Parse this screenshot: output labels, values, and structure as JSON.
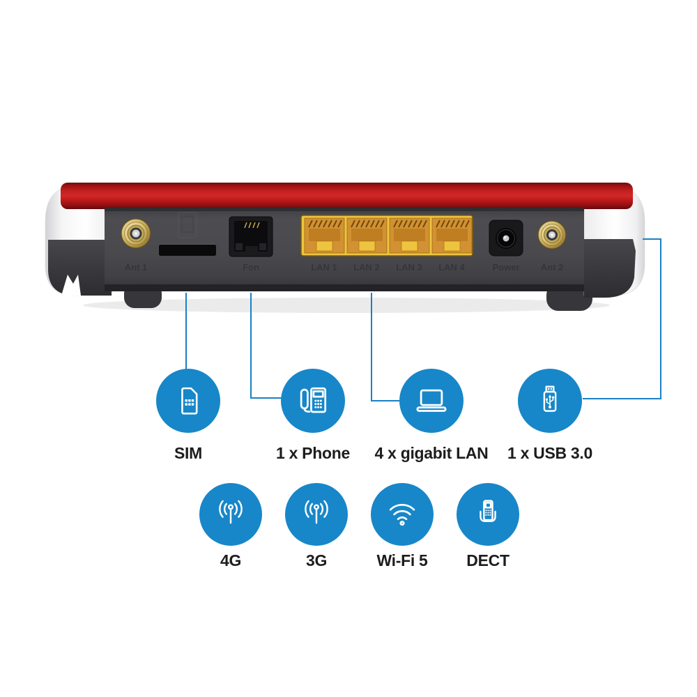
{
  "device": {
    "kind": "router-rear-panel",
    "port_labels": {
      "ant1": "Ant 1",
      "fon": "Fon",
      "lan1": "LAN 1",
      "lan2": "LAN 2",
      "lan3": "LAN 3",
      "lan4": "LAN 4",
      "power": "Power",
      "ant2": "Ant 2"
    }
  },
  "features": {
    "row1": [
      {
        "label": "SIM",
        "icon": "sim-card-icon"
      },
      {
        "label": "1 x Phone",
        "icon": "desk-phone-icon"
      },
      {
        "label": "4 x gigabit LAN",
        "icon": "laptop-icon"
      },
      {
        "label": "1 x USB 3.0",
        "icon": "usb-stick-icon"
      }
    ],
    "row2": [
      {
        "label": "4G",
        "icon": "cellular-antenna-icon"
      },
      {
        "label": "3G",
        "icon": "cellular-antenna-icon"
      },
      {
        "label": "Wi-Fi 5",
        "icon": "wifi-icon"
      },
      {
        "label": "DECT",
        "icon": "dect-handset-icon"
      }
    ]
  },
  "colors": {
    "accent_blue": "#1787c9",
    "callout_blue": "#1a80c4",
    "label_text": "#1d1d1f",
    "router_red": "#c51f1f",
    "panel_gray": "#4a4a4e",
    "lan_yellow": "#eec43e"
  }
}
